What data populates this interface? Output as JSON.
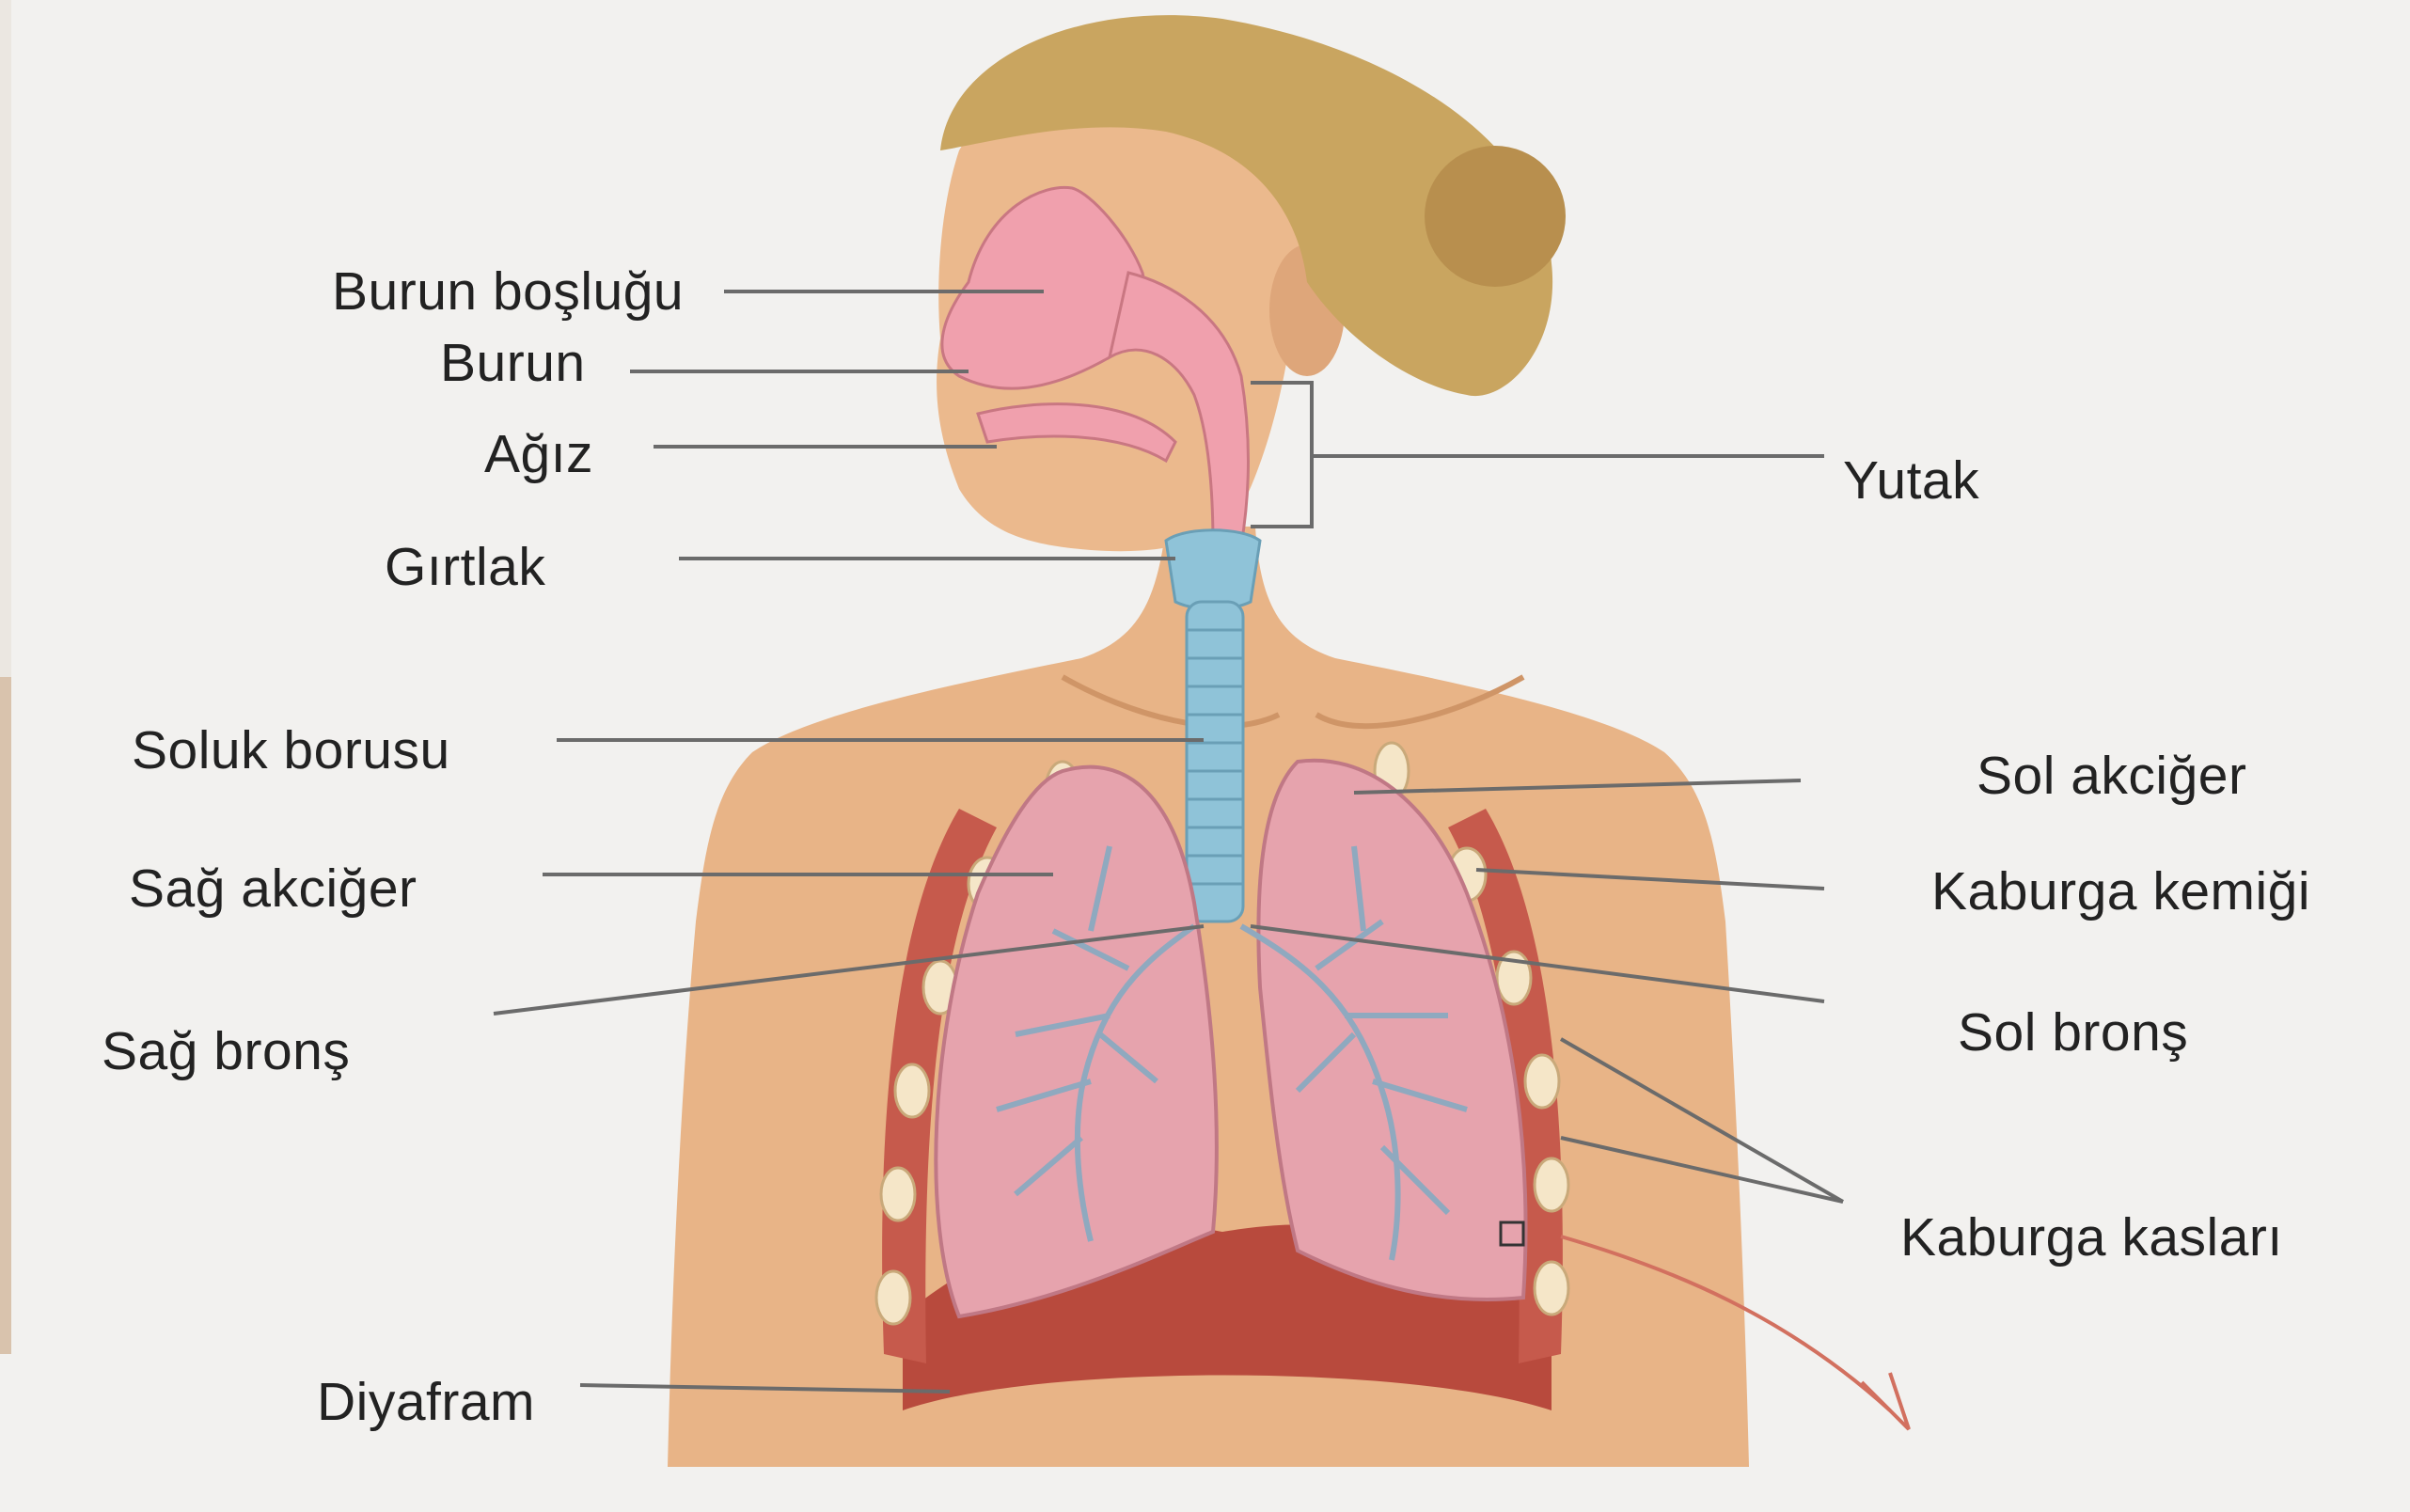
{
  "labels": {
    "burun_boslugu": "Burun boşluğu",
    "burun": "Burun",
    "agiz": "Ağız",
    "girtlak": "Gırtlak",
    "soluk_borusu": "Soluk borusu",
    "sag_akciger": "Sağ akciğer",
    "sag_brons": "Sağ bronş",
    "diyafram": "Diyafram",
    "yutak": "Yutak",
    "sol_akciger": "Sol akciğer",
    "kaburga_kemigi": "Kaburga kemiği",
    "sol_brons": "Sol bronş",
    "kaburga_kaslari": "Kaburga kasları"
  },
  "colors": {
    "background": "#f2f1ef",
    "skin": "#e8b487",
    "lung": "#e6a3ad",
    "bronchi": "#8fa9bf",
    "trachea": "#8fc3d8",
    "airway": "#f0a0ad",
    "muscle": "#b84a3d",
    "hair": "#c9a560",
    "leader_line": "#6b6b6b"
  }
}
